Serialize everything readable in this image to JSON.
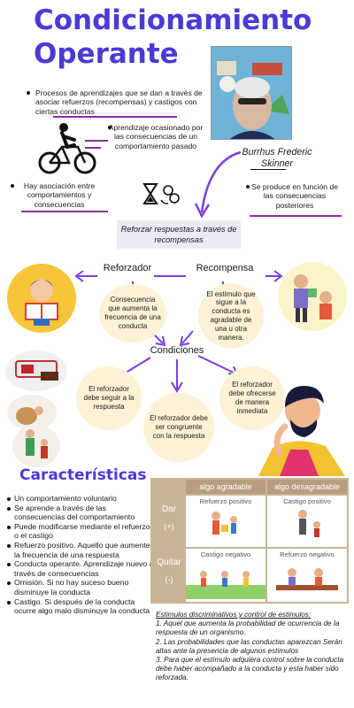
{
  "title": "Condicionamiento Operante",
  "author_name": "Burrhus Frederic Skinner",
  "bullets": {
    "procesos": "Procesos de aprendizajes que se dan a través de asociar refuerzos (recompensas) y castigos con ciertas conductas",
    "aprendizaje": "Aprendizaje ocasionado por las consecuencias de un comportamiento pasado",
    "asociacion": "Hay asociación entre comportamientos y consecuencias",
    "funcion": "Se produce en función de las consecuencias posteriores"
  },
  "reforzar_box": "Reforzar respuestas a través de recompensas",
  "labels": {
    "reforzador": "Reforzador",
    "recompensa": "Recompensa",
    "condiciones": "Condiciones"
  },
  "circles": {
    "consecuencia": "Consecuencia que aumenta la frecuencia de una conducta",
    "estimulo": "El estímulo que sigue a la conducta es agradable de una u otra manera.",
    "seguir": "El reforzador debe seguir a la respuesta",
    "congruente": "El reforzador debe ser congruente con la respuesta",
    "inmediata": "El reforzador debe ofrecerse de manera inmediata"
  },
  "caracteristicas": {
    "heading": "Características",
    "items": [
      "Un comportamiento voluntario",
      "Se aprende a través de las consecuencias del comportamiento",
      "Puede modificarse mediante el refuerzo o el castigo",
      "Refuerzo positivo. Aquello que aumente la frecuencia de una respuesta",
      "Conducta operante. Aprendizaje nuevo a través de consecuencias",
      "Omisión. Si no hay suceso bueno disminuye la conducta",
      "Castigo. Si después de la conducta ocurre algo malo disminuye la conducta"
    ]
  },
  "table": {
    "col1": "algo agradable",
    "col2": "algo desagradable",
    "row1": "Dar",
    "row1_sign": "(+)",
    "row2": "Quitar",
    "row2_sign": "(-)",
    "c11": "Refuerzo positivo",
    "c12": "Castigo positivo",
    "c21": "Castigo negativo",
    "c22": "Refuerzo negativo"
  },
  "estimulos": {
    "heading": "Estimulos discriminativos y control de estimulos:",
    "items": [
      "1. Aquel que aumenta la probabilidad de ocurrencia de la respuesta de un organismo.",
      "2. Las probabilidades que las conductas aparezcan Serán altas ante la presencia de algunos estimulos",
      "3. Para que el estímulo adquiera control sobre la conducta debe haber acompañado a la conducta y esta haber sido reforzada."
    ]
  },
  "colors": {
    "title": "#4a3ad6",
    "accent": "#8a2c9e",
    "arrow": "#7b3fe0",
    "circle": "#fdf2d6",
    "table_header": "#b89d7e",
    "table_bg": "#c9b498"
  }
}
